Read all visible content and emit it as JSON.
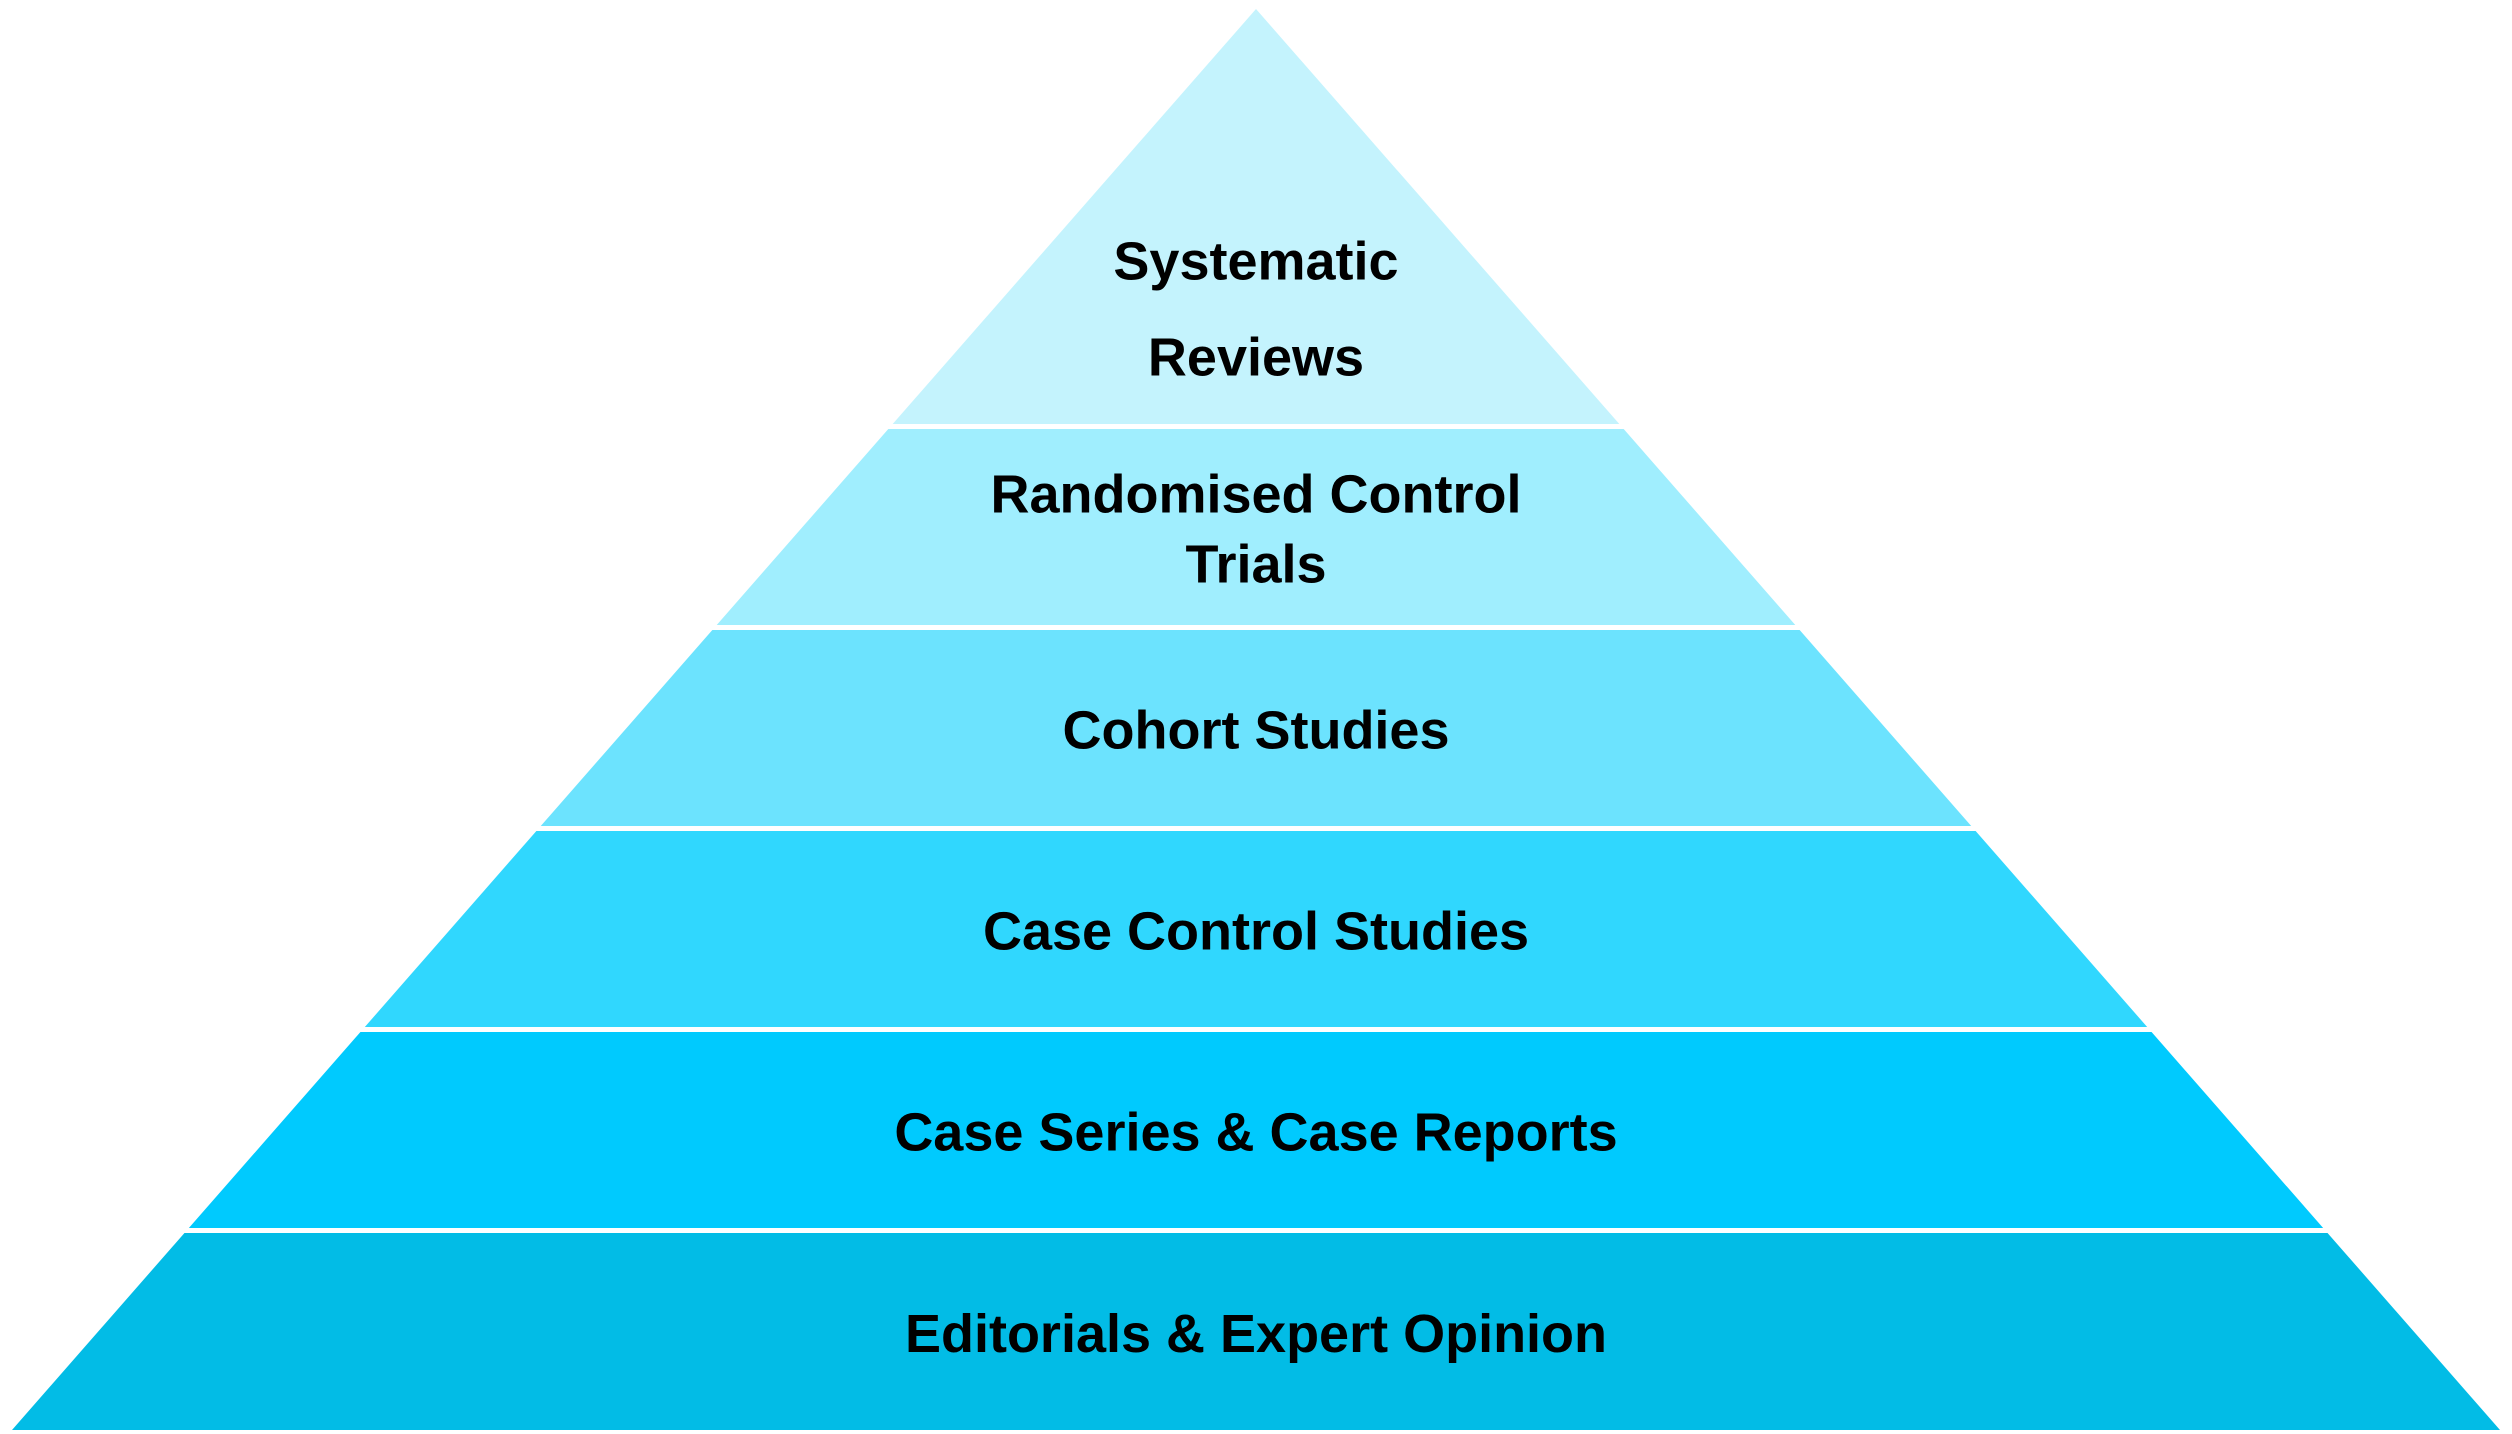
{
  "diagram": {
    "type": "pyramid",
    "title": "",
    "layers": [
      {
        "label_lines": [
          "Systematic",
          "Reviews"
        ],
        "color": "#C4F3FD"
      },
      {
        "label_lines": [
          "Randomised Control",
          "Trials"
        ],
        "color": "#A0EEFE"
      },
      {
        "label_lines": [
          "Cohort Studies"
        ],
        "color": "#6CE3FE"
      },
      {
        "label_lines": [
          "Case Control Studies"
        ],
        "color": "#30D7FE"
      },
      {
        "label_lines": [
          "Case Series & Case Reports"
        ],
        "color": "#00CAFE"
      },
      {
        "label_lines": [
          "Editorials & Expert Opinion"
        ],
        "color": "#02BCE6"
      }
    ]
  }
}
